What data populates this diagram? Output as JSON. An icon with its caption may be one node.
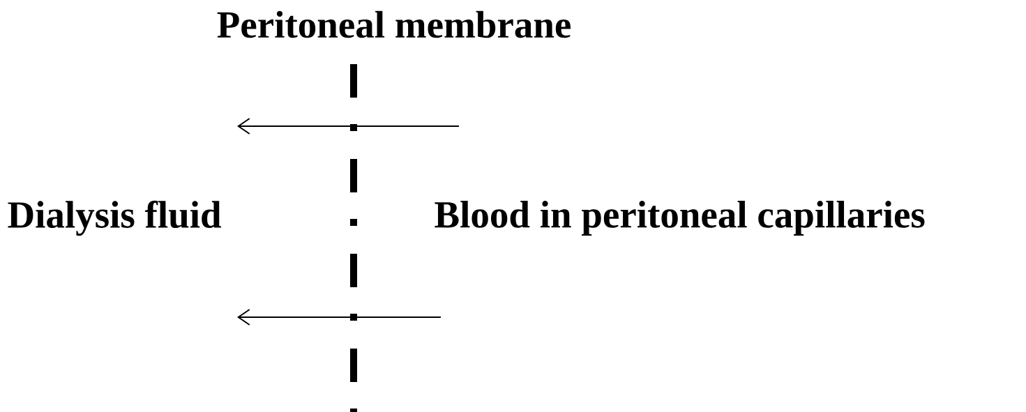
{
  "diagram": {
    "title": "Peritoneal membrane",
    "labels": [
      "Dialysis fluid",
      "Blood in peritoneal capillaries"
    ]
  }
}
